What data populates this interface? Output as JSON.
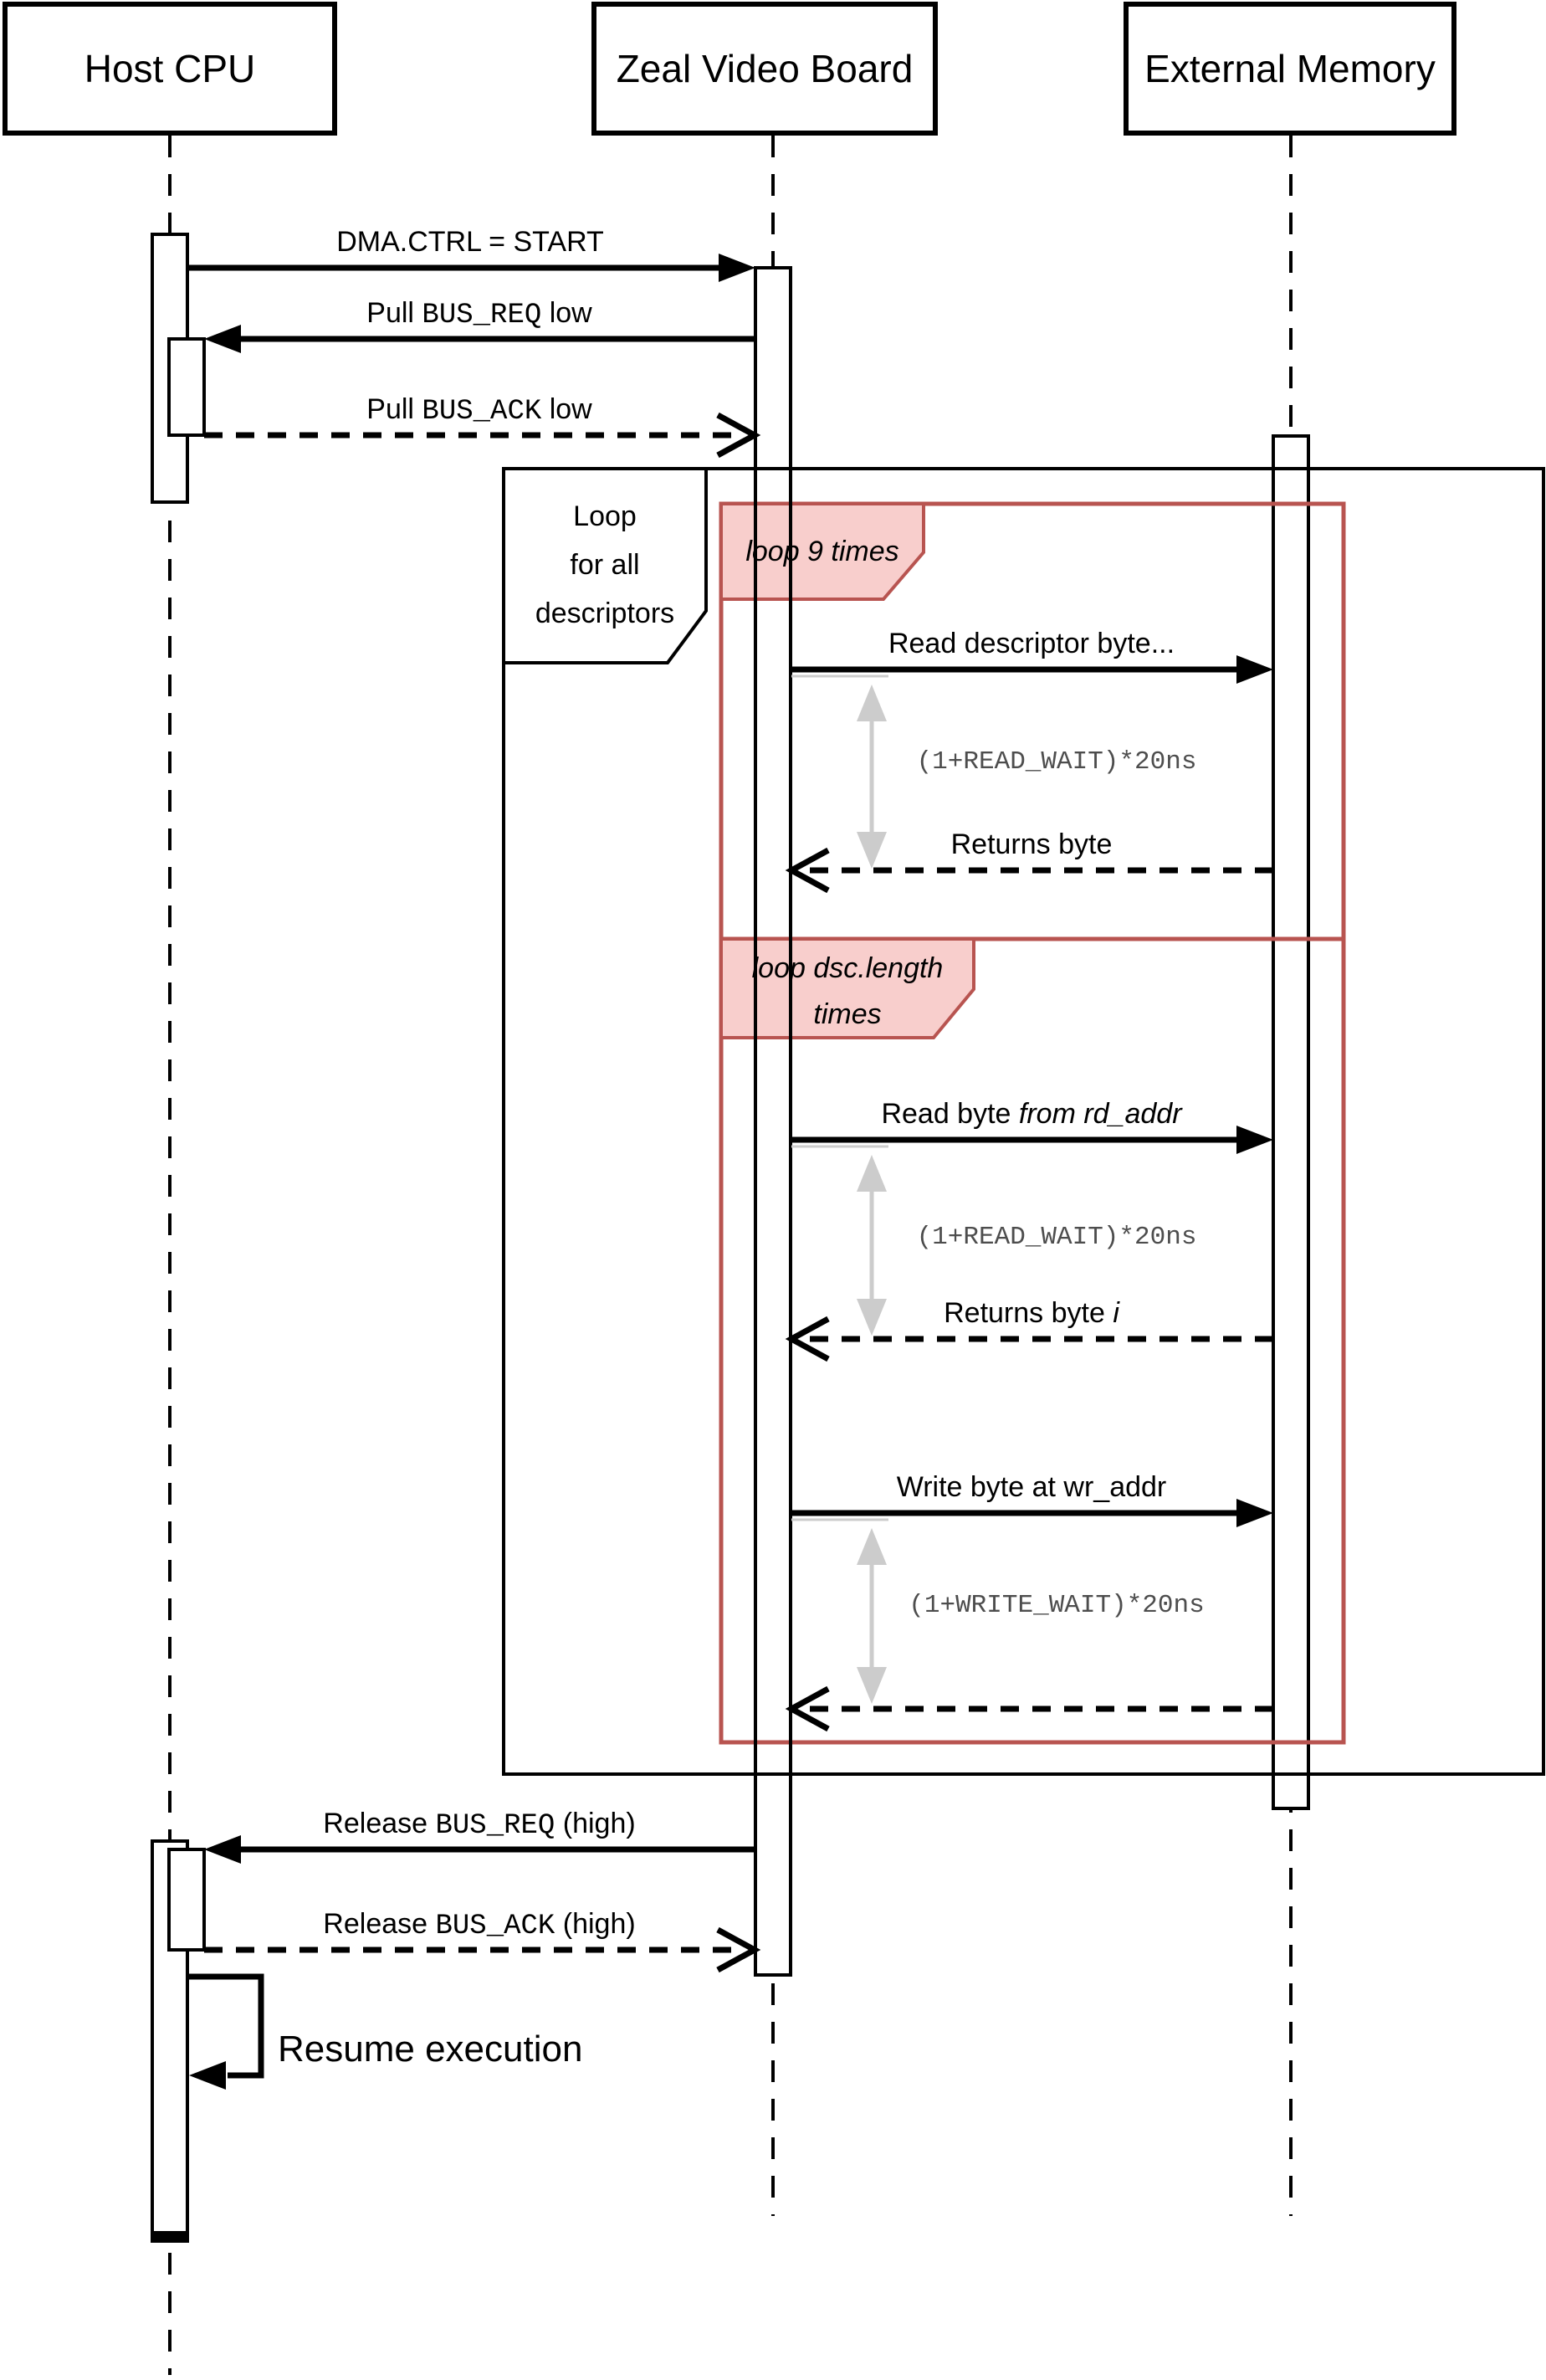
{
  "actors": {
    "host": {
      "title": "Host CPU"
    },
    "zeal": {
      "title": "Zeal Video Board"
    },
    "ext": {
      "title": "External Memory"
    }
  },
  "frames": {
    "outer_loop": {
      "line1": "Loop",
      "line2": "for all",
      "line3": "descriptors"
    },
    "inner_loop_1": {
      "label": "loop 9 times"
    },
    "inner_loop_2": {
      "line1": "loop dsc.length",
      "line2": "times"
    }
  },
  "messages": {
    "dma_start": {
      "text": "DMA.CTRL = START"
    },
    "pull_bus_req": {
      "pre": "Pull ",
      "code": "BUS_REQ",
      "post": " low"
    },
    "pull_bus_ack": {
      "pre": "Pull ",
      "code": "BUS_ACK",
      "post": " low"
    },
    "read_descriptor": {
      "text": "Read descriptor byte..."
    },
    "read_wait_1": {
      "text": "(1+READ_WAIT)*20ns"
    },
    "returns_byte": {
      "text": "Returns byte"
    },
    "read_byte": {
      "pre": "Read byte ",
      "italic": "from rd_addr"
    },
    "read_wait_2": {
      "text": "(1+READ_WAIT)*20ns"
    },
    "returns_byte_i": {
      "pre": "Returns byte ",
      "italic": "i"
    },
    "write_byte": {
      "text": "Write byte at wr_addr"
    },
    "write_wait": {
      "text": "(1+WRITE_WAIT)*20ns"
    },
    "release_bus_req": {
      "pre": "Release ",
      "code": "BUS_REQ",
      "post": " (high)"
    },
    "release_bus_ack": {
      "pre": "Release ",
      "code": "BUS_ACK",
      "post": " (high)"
    },
    "resume": {
      "text": "Resume execution"
    }
  },
  "colors": {
    "frame_red_stroke": "#b85450",
    "frame_red_fill": "#f8cecc",
    "gray_arrow": "#cccccc",
    "timing_text": "#4d4d4d"
  }
}
